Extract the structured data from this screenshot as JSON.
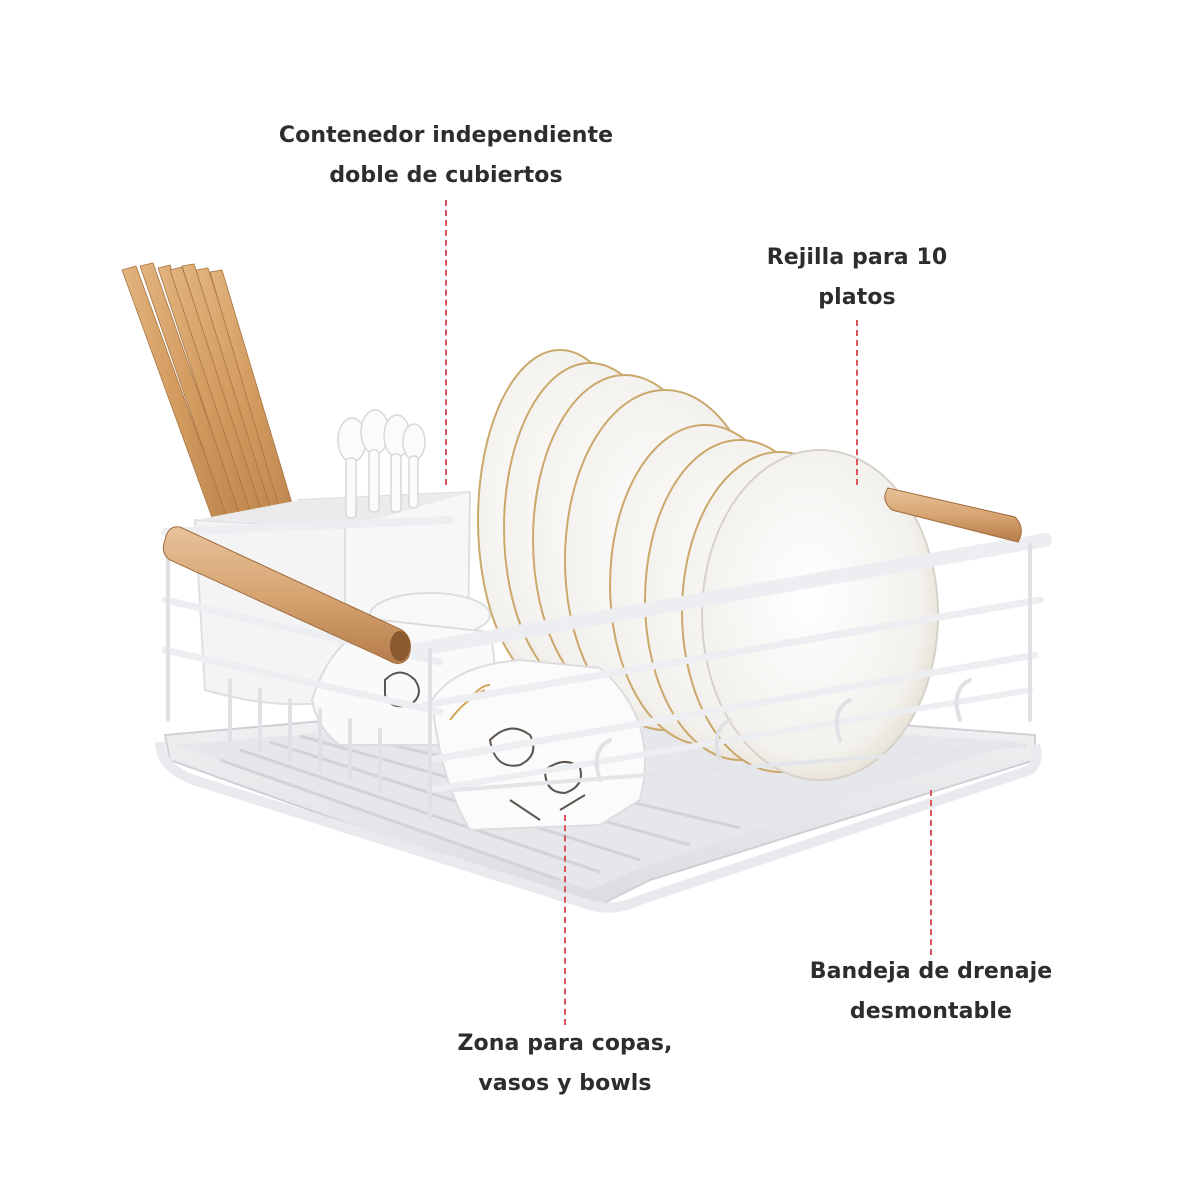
{
  "figure": {
    "subject": "Escurridor de platos blanco con asas de madera",
    "accent_line_color": "#d9545d",
    "text_color": "#2d2d2d",
    "background": "#ffffff"
  },
  "callouts": [
    {
      "id": "cutlery",
      "lines": [
        "Contenedor independiente",
        "doble de cubiertos"
      ]
    },
    {
      "id": "plates",
      "lines": [
        "Rejilla para 10",
        "platos"
      ]
    },
    {
      "id": "tray",
      "lines": [
        "Bandeja de drenaje",
        "desmontable"
      ]
    },
    {
      "id": "cups",
      "lines": [
        "Zona para copas,",
        "vasos y bowls"
      ]
    }
  ],
  "icons": {
    "product": "dish-rack-illustration"
  }
}
